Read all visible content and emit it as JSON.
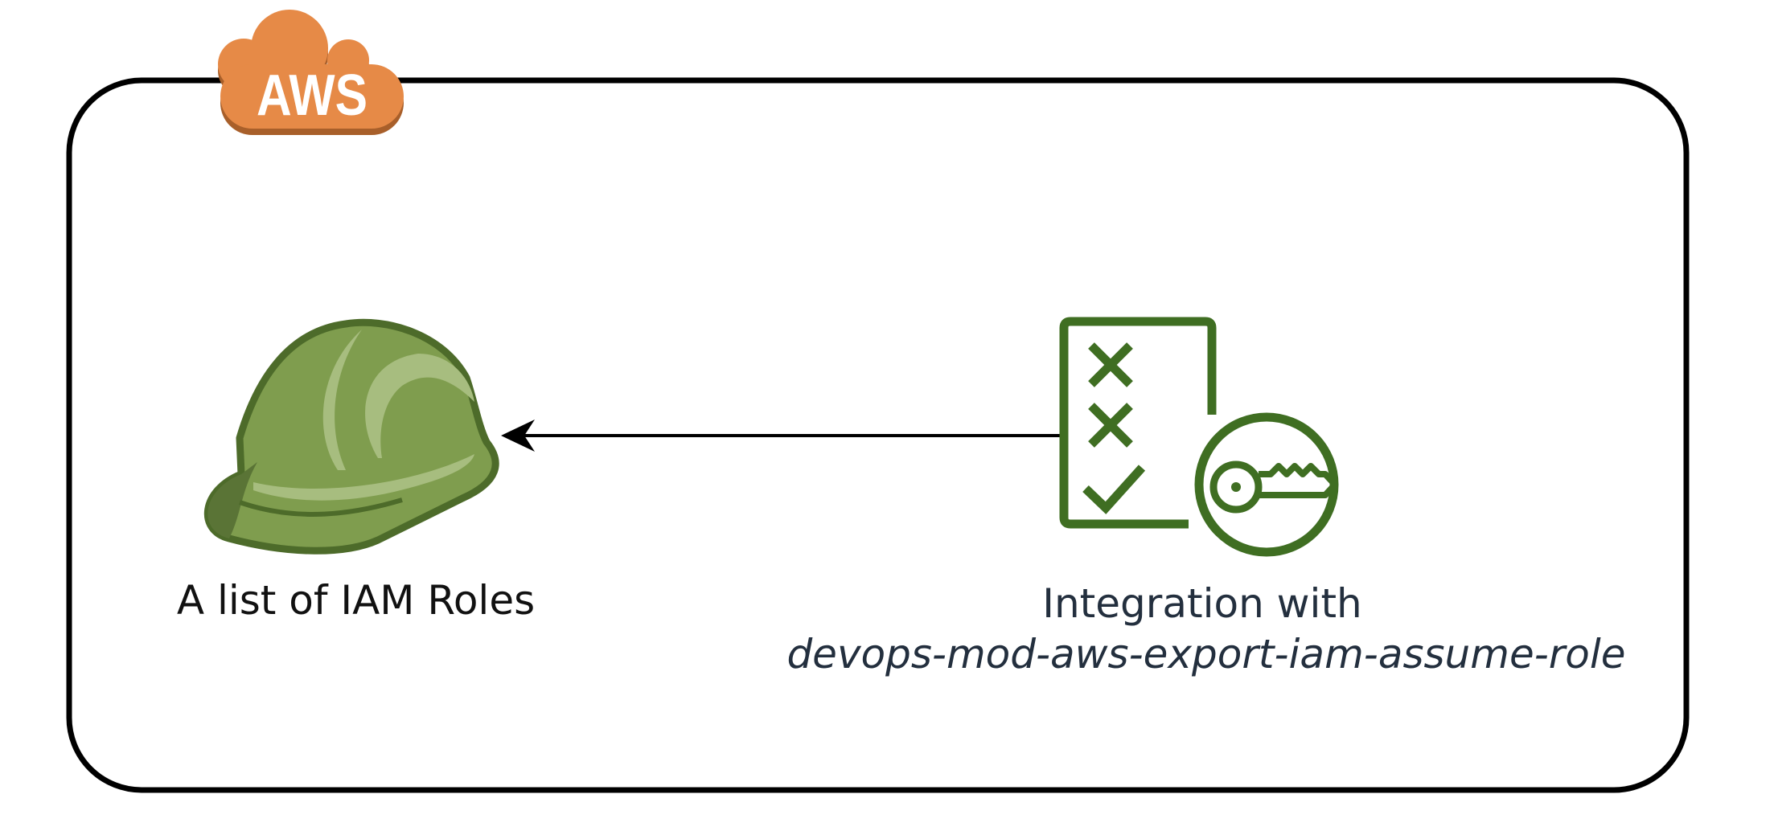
{
  "badge": {
    "text": "AWS",
    "color": "#e68a47"
  },
  "left_node": {
    "label": "A list of IAM Roles",
    "icon": "hard-hat-icon"
  },
  "right_node": {
    "label_line1": "Integration with",
    "label_line2": "devops-mod-aws-export-iam-assume-role",
    "icon": "iam-permissions-key-icon"
  },
  "colors": {
    "frame": "#000000",
    "iam_green": "#3f6e22",
    "helmet_green": "#7f9d4e",
    "text_dark": "#232f3e"
  }
}
